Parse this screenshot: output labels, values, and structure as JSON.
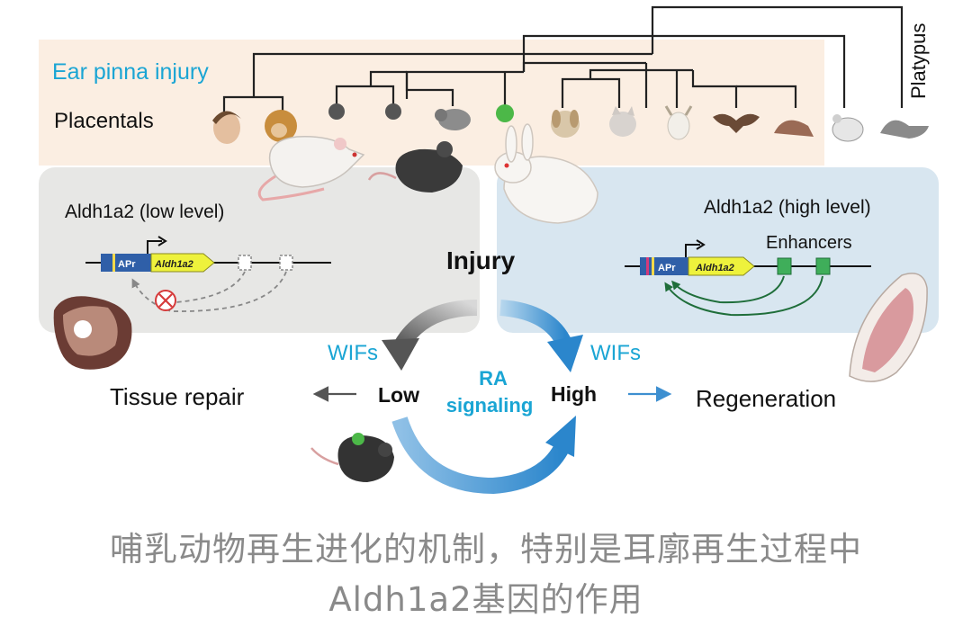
{
  "tree": {
    "title": "Ear pinna injury",
    "group_label": "Placentals",
    "outgroup_label": "Platypus"
  },
  "left_panel": {
    "title": "Aldh1a2 (low level)",
    "promoter_label": "APr",
    "gene_label": "Aldh1a2"
  },
  "right_panel": {
    "title": "Aldh1a2 (high level)",
    "enhancers_label": "Enhancers",
    "promoter_label": "APr",
    "gene_label": "Aldh1a2"
  },
  "center": {
    "injury_label": "Injury",
    "wifs_left": "WIFs",
    "wifs_right": "WIFs",
    "low_label": "Low",
    "high_label": "High",
    "ra_label_1": "RA",
    "ra_label_2": "signaling"
  },
  "outcomes": {
    "left": "Tissue repair",
    "right": "Regeneration"
  },
  "caption": {
    "line1": "哺乳动物再生进化的机制，特别是耳廓再生过程中",
    "line2": "Aldh1a2基因的作用"
  },
  "colors": {
    "tree_band": "#fbeee2",
    "left_panel": "#e7e7e5",
    "right_panel": "#d8e6f0",
    "accent_blue": "#1aa5d4",
    "arrow_blue": "#3d8fd0",
    "arrow_gray": "#555555",
    "gene_yellow": "#eef23c",
    "promoter_blue": "#2f5fa8",
    "enhancer_green": "#3fae5a",
    "regen_node": "#4cb848"
  }
}
